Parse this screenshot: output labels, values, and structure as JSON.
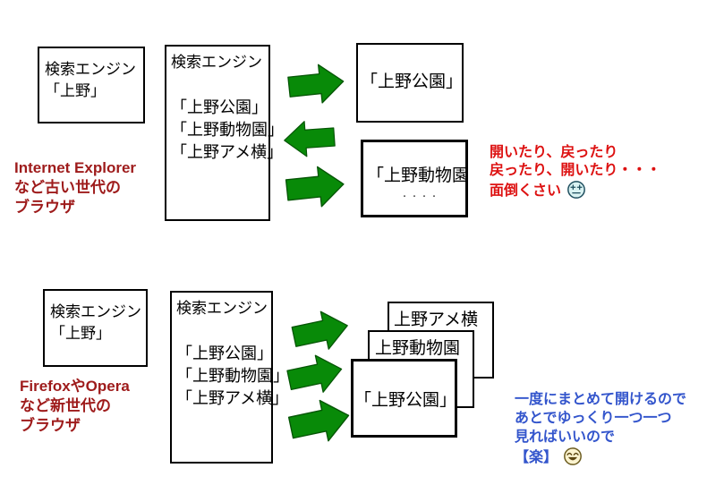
{
  "colors": {
    "background": "#ffffff",
    "box_border": "#000000",
    "arrow_green": "#088a08",
    "note_red": "#dd1111",
    "label_dark_red": "#9e1b1b",
    "note_blue": "#3355cc"
  },
  "top": {
    "query_box": {
      "lines": [
        "検索エンジン",
        "「上野」"
      ]
    },
    "engine_box": {
      "title": "検索エンジン",
      "items": [
        "「上野公園」",
        "「上野動物園」",
        "「上野アメ横」"
      ]
    },
    "browser_label": {
      "lines": [
        "Internet Explorer",
        "など古い世代の",
        "ブラウザ"
      ]
    },
    "page1": {
      "text": "「上野公園」"
    },
    "page2": {
      "text": "「上野動物園",
      "dots": "・・・・"
    },
    "note": {
      "lines": [
        "開いたり、戻ったり",
        "戻ったり、開いたり・・・",
        "面倒くさい"
      ],
      "emoticon": "dizzy-face"
    }
  },
  "bottom": {
    "query_box": {
      "lines": [
        "検索エンジン",
        "「上野」"
      ]
    },
    "engine_box": {
      "title": "検索エンジン",
      "items": [
        "「上野公園」",
        "「上野動物園」",
        "「上野アメ横」"
      ]
    },
    "browser_label": {
      "lines": [
        "FirefoxやOpera",
        "など新世代の",
        "ブラウザ"
      ]
    },
    "tabs": {
      "back": "上野アメ横",
      "middle": "上野動物園",
      "front": "「上野公園」"
    },
    "note": {
      "lines": [
        "一度にまとめて開けるので",
        "あとでゆっくり一つ一つ",
        "見ればいいので",
        "【楽】"
      ],
      "emoticon": "laughing-face"
    }
  }
}
